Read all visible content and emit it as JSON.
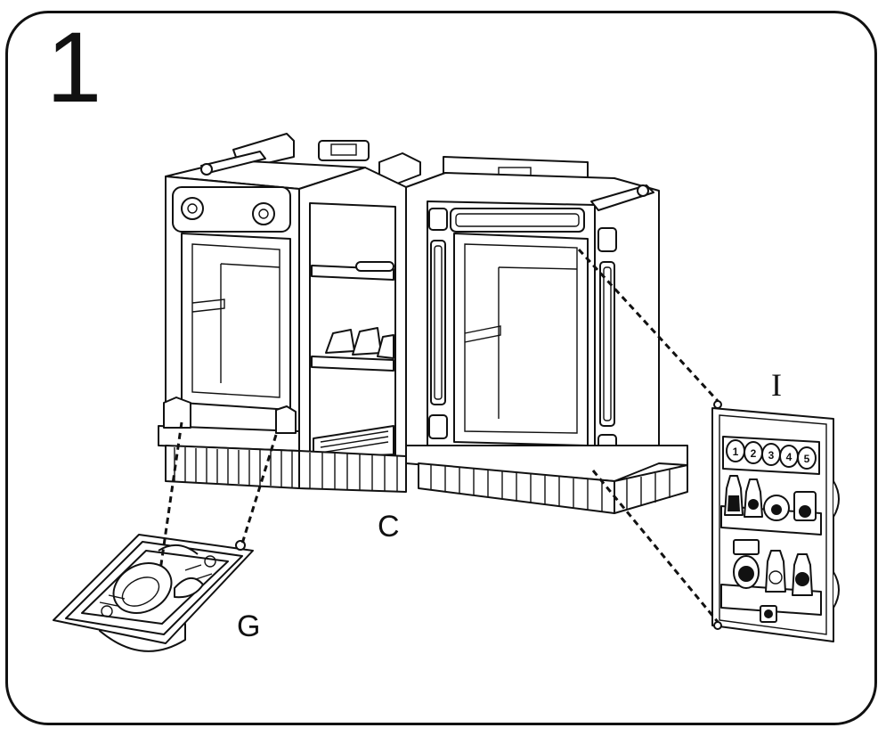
{
  "step": {
    "number": "1"
  },
  "parts": {
    "c": "C",
    "g": "G",
    "i": "I"
  },
  "accessory_door": {
    "slots": [
      "1",
      "2",
      "3",
      "4",
      "5"
    ]
  }
}
